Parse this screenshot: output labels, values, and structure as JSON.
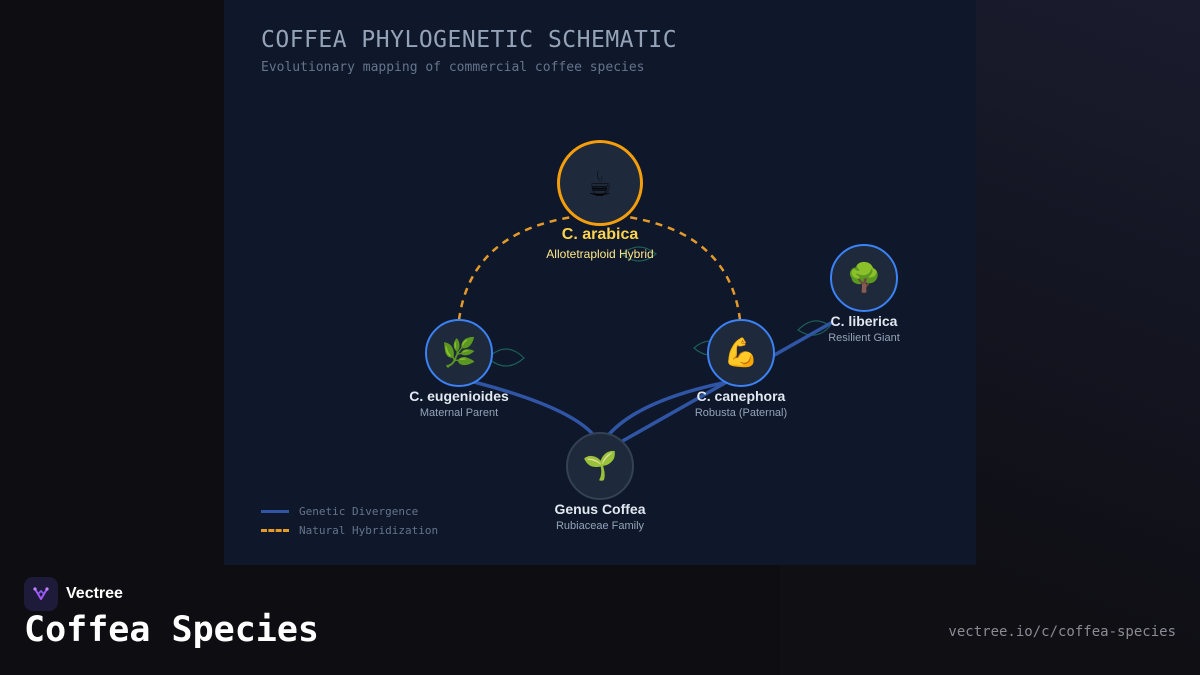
{
  "panel": {
    "title": "COFFEA PHYLOGENETIC SCHEMATIC",
    "subtitle": "Evolutionary mapping of commercial coffee species"
  },
  "colors": {
    "divergence": "#2f55a4",
    "hybridization": "#e39a2a",
    "node_border": "#3b82f6",
    "highlight_border": "#f59e0b",
    "highlight_text": "#fcd34d",
    "root_border": "#334155"
  },
  "nodes": {
    "arabica": {
      "name": "C. arabica",
      "sub": "Allotetraploid Hybrid",
      "icon": "coffee-cup-icon",
      "glyph": "☕"
    },
    "eugenioides": {
      "name": "C. eugenioides",
      "sub": "Maternal Parent",
      "icon": "herb-icon",
      "glyph": "🌿"
    },
    "canephora": {
      "name": "C. canephora",
      "sub": "Robusta (Paternal)",
      "icon": "flexed-bicep-icon",
      "glyph": "💪"
    },
    "liberica": {
      "name": "C. liberica",
      "sub": "Resilient Giant",
      "icon": "tree-icon",
      "glyph": "🌳"
    },
    "genus": {
      "name": "Genus Coffea",
      "sub": "Rubiaceae Family",
      "icon": "seedling-icon",
      "glyph": "🌱"
    }
  },
  "legend": {
    "divergence": "Genetic Divergence",
    "hybridization": "Natural Hybridization"
  },
  "footer": {
    "brand": "Vectree",
    "title": "Coffea Species",
    "url": "vectree.io/c/coffea-species"
  }
}
